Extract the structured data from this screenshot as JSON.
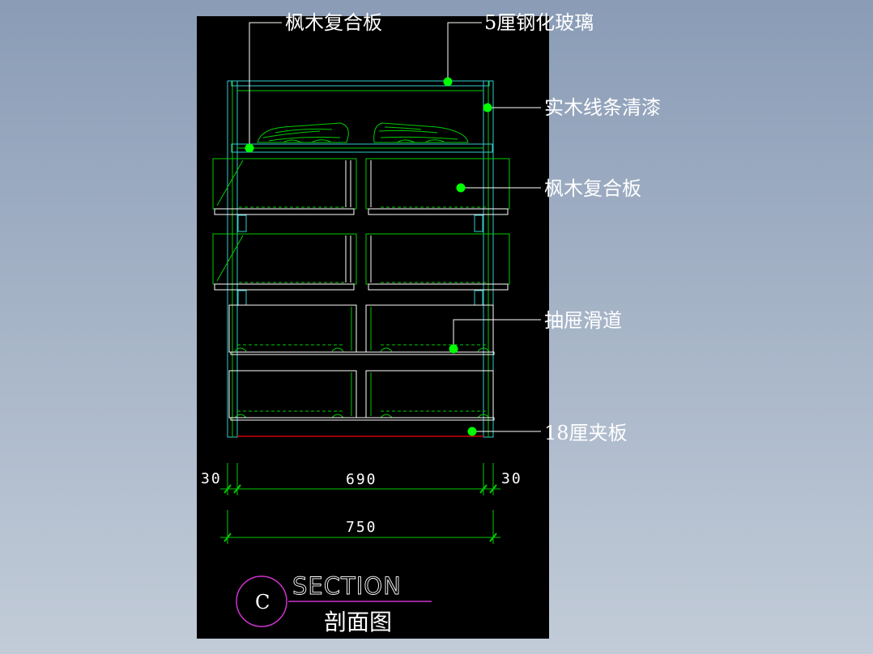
{
  "drawing": {
    "labels": {
      "top_left_panel": "枫木复合板",
      "glass": "5厘钢化玻璃",
      "trim": "实木线条清漆",
      "drawer_panel": "枫木复合板",
      "slide": "抽屉滑道",
      "plywood": "18厘夹板"
    },
    "dimensions": {
      "left_side": "30",
      "inner_width": "690",
      "right_side": "30",
      "total_width": "750"
    },
    "title_block": {
      "symbol": "C",
      "heading": "SECTION",
      "subheading": "剖面图"
    },
    "colors": {
      "background": "#000000",
      "structure": "#00cc00",
      "leader": "#ffffff",
      "dot": "#00ff00",
      "glass": "#33cccc",
      "plywood_line": "#cc0000",
      "title_circle": "#cc33cc"
    }
  }
}
